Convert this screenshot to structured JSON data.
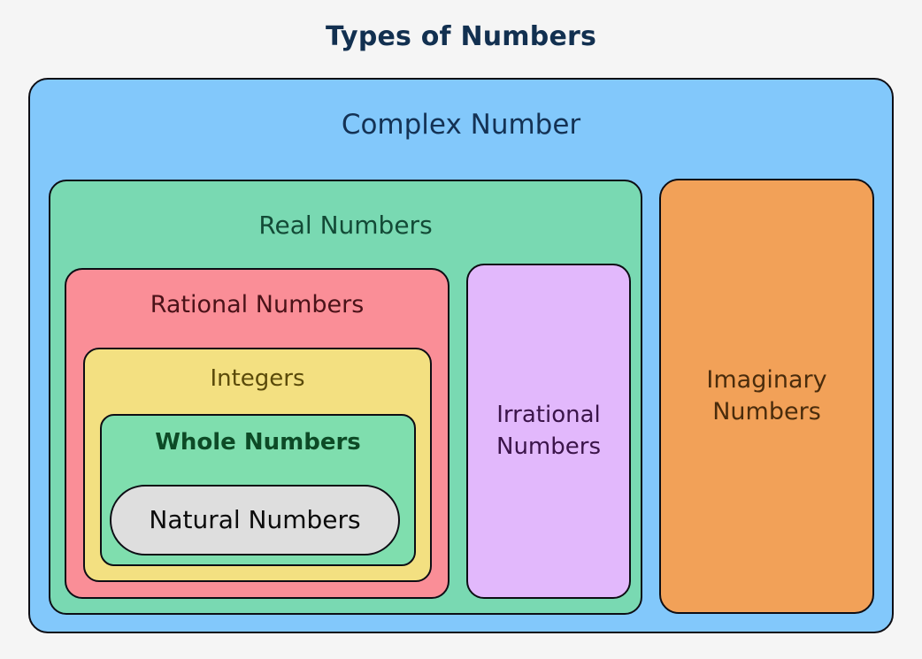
{
  "title": "Types of Numbers",
  "background_color": "#f5f5f5",
  "title_color": "#123050",
  "sets": {
    "complex": {
      "label": "Complex Number",
      "fill": "#82c8fb",
      "text_color": "#143254",
      "border_color": "#0d0d14"
    },
    "real": {
      "label": "Real Numbers",
      "fill": "#79d9b2",
      "text_color": "#134a36",
      "border_color": "#0d0d14"
    },
    "rational": {
      "label": "Rational Numbers",
      "fill": "#fa8e97",
      "text_color": "#4a1218",
      "border_color": "#0d0d14"
    },
    "integers": {
      "label": "Integers",
      "fill": "#f3e081",
      "text_color": "#5a4a0a",
      "border_color": "#0d0d14"
    },
    "whole": {
      "label": "Whole Numbers",
      "fill": "#7fdeae",
      "text_color": "#0d4a26",
      "border_color": "#0d0d14"
    },
    "natural": {
      "label": "Natural Numbers",
      "fill": "#dedede",
      "text_color": "#0b0b0b",
      "border_color": "#0d0d14"
    },
    "irrational": {
      "label": "Irrational\nNumbers",
      "fill": "#e2b8fc",
      "text_color": "#3b1449",
      "border_color": "#0d0d14"
    },
    "imaginary": {
      "label": "Imaginary\nNumbers",
      "fill": "#f2a158",
      "text_color": "#4a2c0c",
      "border_color": "#0d0d14"
    }
  },
  "chart_data": {
    "type": "diagram",
    "title": "Types of Numbers",
    "diagram_style": "nested-set-venn",
    "nodes": [
      {
        "id": "complex",
        "label": "Complex Number",
        "parent": null,
        "color": "#82c8fb",
        "children": [
          "real",
          "imaginary"
        ]
      },
      {
        "id": "real",
        "label": "Real Numbers",
        "parent": "complex",
        "color": "#79d9b2",
        "children": [
          "rational",
          "irrational"
        ]
      },
      {
        "id": "rational",
        "label": "Rational Numbers",
        "parent": "real",
        "color": "#fa8e97",
        "children": [
          "integers"
        ]
      },
      {
        "id": "integers",
        "label": "Integers",
        "parent": "rational",
        "color": "#f3e081",
        "children": [
          "whole"
        ]
      },
      {
        "id": "whole",
        "label": "Whole Numbers",
        "parent": "integers",
        "color": "#7fdeae",
        "children": [
          "natural"
        ]
      },
      {
        "id": "natural",
        "label": "Natural Numbers",
        "parent": "whole",
        "color": "#dedede",
        "children": []
      },
      {
        "id": "irrational",
        "label": "Irrational Numbers",
        "parent": "real",
        "color": "#e2b8fc",
        "children": []
      },
      {
        "id": "imaginary",
        "label": "Imaginary Numbers",
        "parent": "complex",
        "color": "#f2a158",
        "children": []
      }
    ]
  }
}
